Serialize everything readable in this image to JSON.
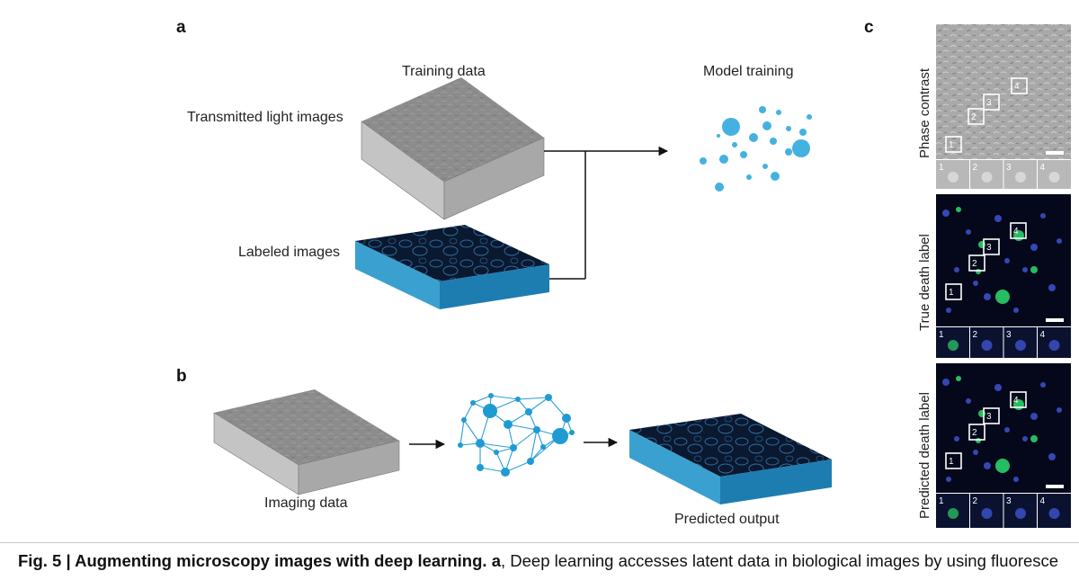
{
  "panels": {
    "a": {
      "letter": "a",
      "training_data_title": "Training data",
      "model_training_title": "Model training",
      "transmitted_label": "Transmitted light images",
      "labeled_label": "Labeled images"
    },
    "b": {
      "letter": "b",
      "imaging_label": "Imaging data",
      "predicted_label": "Predicted output"
    },
    "c": {
      "letter": "c",
      "rows": [
        {
          "label": "Phase contrast",
          "type": "phase"
        },
        {
          "label": "True death label",
          "type": "fluor"
        },
        {
          "label": "Predicted death label",
          "type": "fluor"
        }
      ],
      "box_numbers": [
        "1",
        "2",
        "3",
        "4"
      ]
    }
  },
  "caption": {
    "bold": "Fig. 5 | Augmenting microscopy images with deep learning. a",
    "text": ", Deep learning accesses latent data in biological images by using fluoresce"
  },
  "colors": {
    "gray_top": "#8c8c8c",
    "gray_front": "#c4c4c4",
    "gray_side": "#a8a8a8",
    "blue_top": "#0a1830",
    "blue_front": "#3aa0cf",
    "blue_side": "#1d7db0",
    "accent": "#2aa0d6",
    "arrow": "#111111"
  }
}
